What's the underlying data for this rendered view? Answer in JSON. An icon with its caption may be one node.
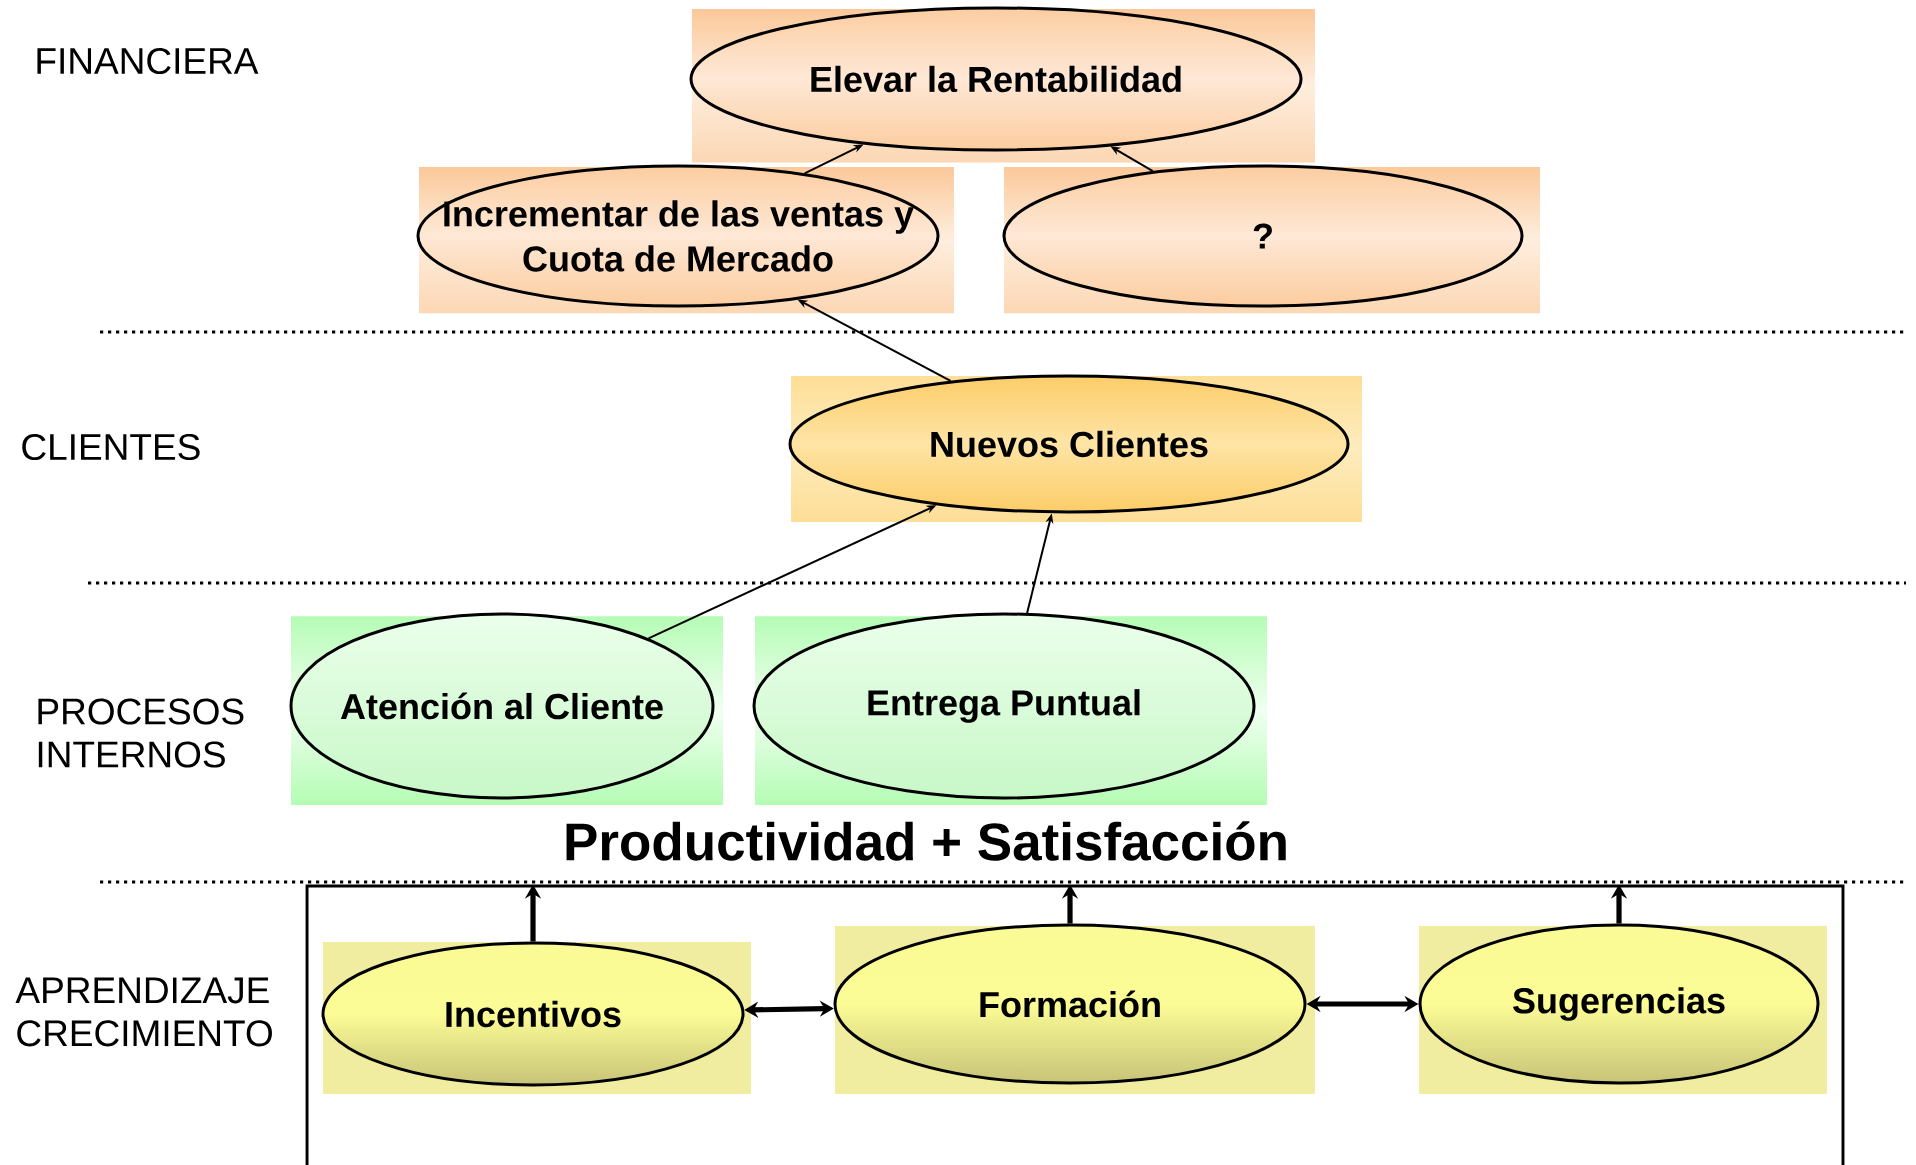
{
  "diagram": {
    "nodes": [
      {
        "text": [
          "Elevar la Rentabilidad"
        ]
      },
      {
        "text": [
          "Incrementar de las ventas y Cuota de Mercado"
        ]
      },
      {
        "text": [
          "?"
        ]
      },
      {
        "text": [
          "Nuevos Clientes"
        ]
      },
      {
        "text": [
          "Atención al Cliente"
        ]
      },
      {
        "text": [
          "Entrega Puntual"
        ]
      },
      {
        "text": [],
        "shape": "box"
      },
      {
        "text": [
          "Incentivos"
        ],
        "in": 6
      },
      {
        "text": [
          "Formación"
        ],
        "in": 6
      },
      {
        "text": [
          "Sugerencias"
        ],
        "in": 6
      }
    ],
    "edges": [
      {
        "from": 1,
        "to": 0,
        "arrow": "to"
      },
      {
        "from": 2,
        "to": 0,
        "arrow": "to"
      },
      {
        "from": 3,
        "to": 1,
        "arrow": "to"
      },
      {
        "from": 4,
        "to": 3,
        "arrow": "to"
      },
      {
        "from": 5,
        "to": 3,
        "arrow": "to"
      },
      {
        "from": 7,
        "to": 6,
        "arrow": "to",
        "style": "thick"
      },
      {
        "from": 8,
        "to": 6,
        "arrow": "to",
        "style": "thick"
      },
      {
        "from": 9,
        "to": 6,
        "arrow": "to",
        "style": "thick"
      },
      {
        "from": 7,
        "to": 8,
        "arrow": "both",
        "style": "thick"
      },
      {
        "from": 8,
        "to": 9,
        "arrow": "both",
        "style": "thick"
      }
    ],
    "labels": [
      "FINANCIERA",
      "CLIENTES",
      "PROCESOS INTERNOS",
      "Productividad + Satisfacción",
      "APRENDIZAJE CRECIMIENTO"
    ]
  }
}
